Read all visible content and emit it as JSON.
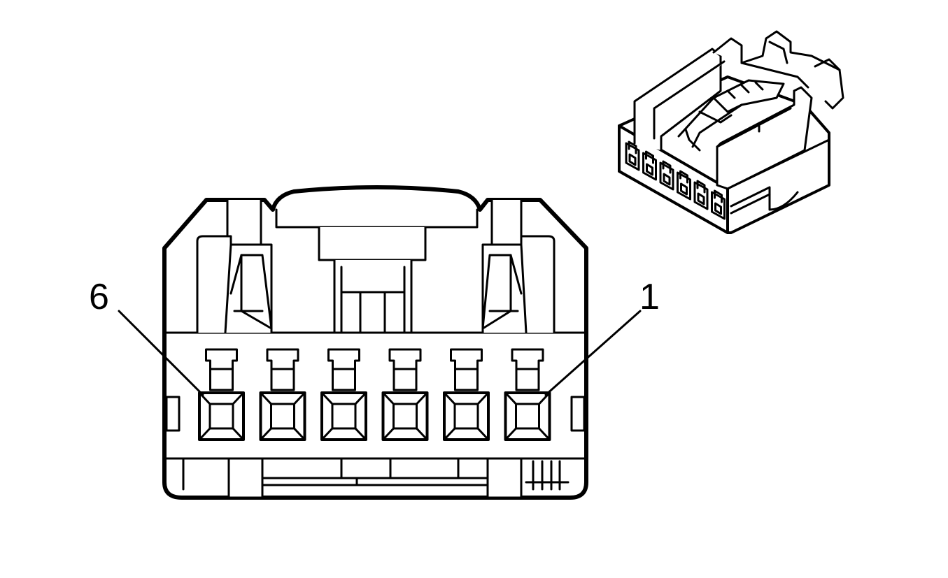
{
  "diagram": {
    "pin_labels": {
      "left": "6",
      "right": "1"
    },
    "cavity_count": 6,
    "colors": {
      "line": "#000000",
      "background": "#ffffff"
    }
  }
}
